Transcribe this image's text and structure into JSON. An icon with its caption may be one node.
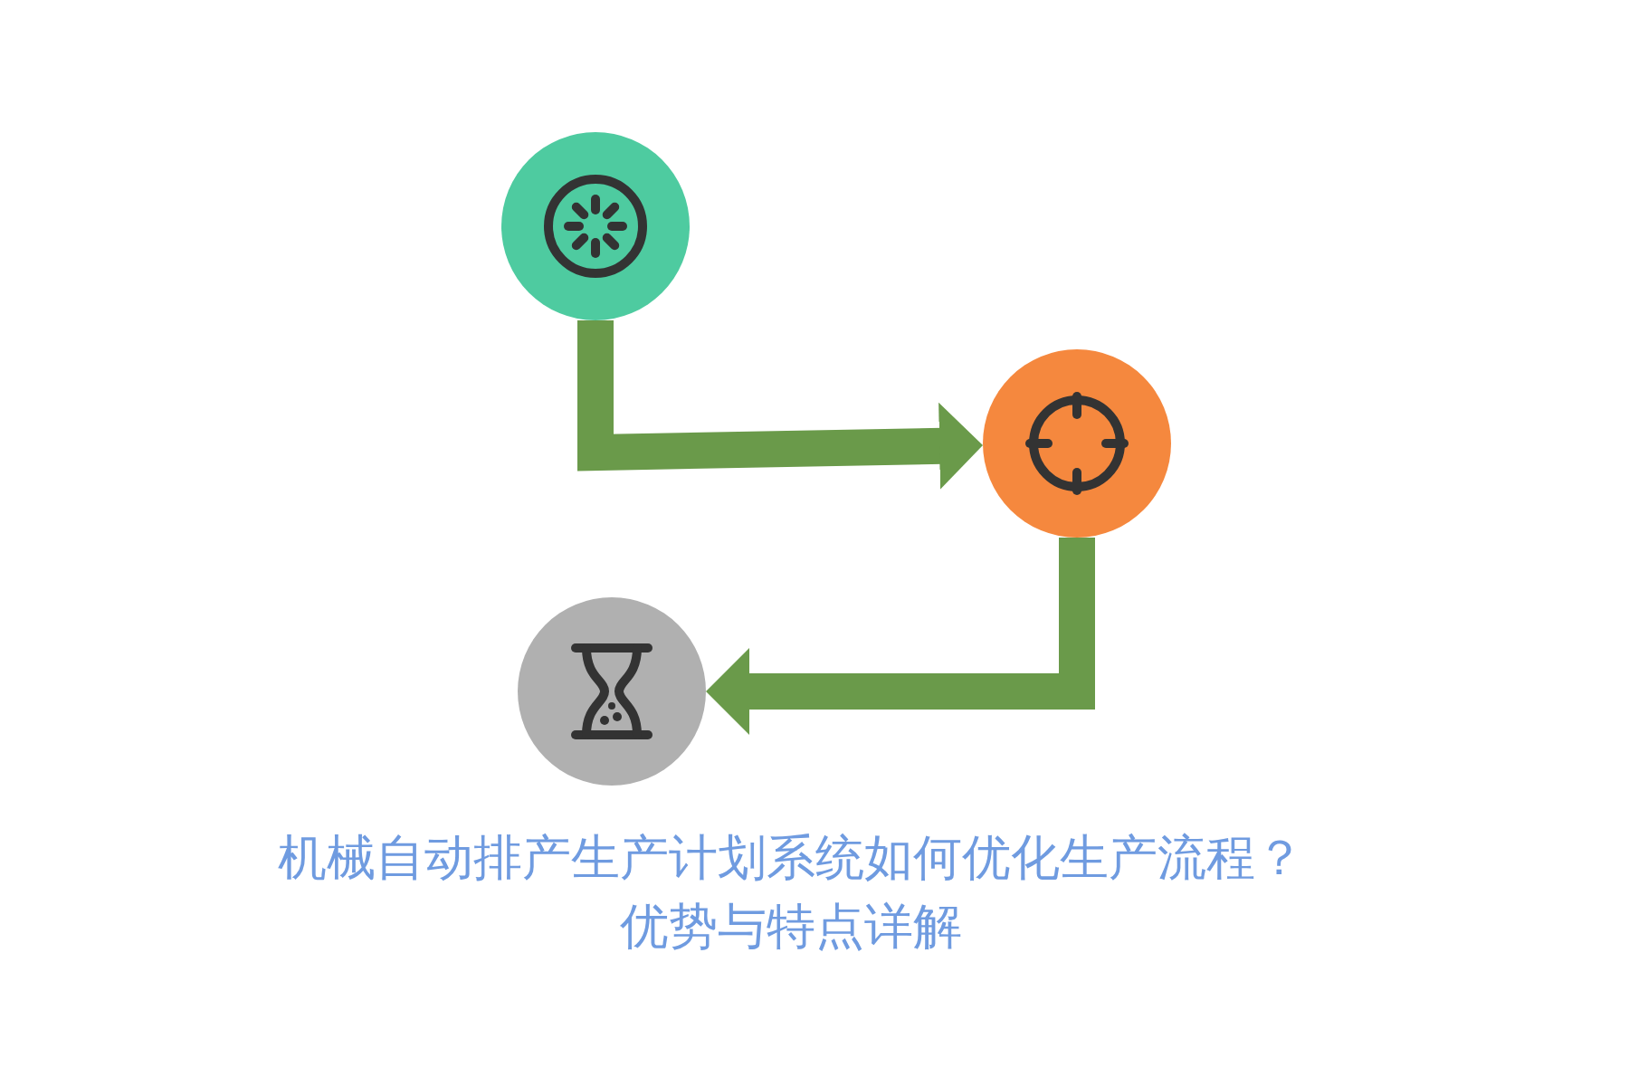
{
  "diagram": {
    "title": "机械自动排产生产计划系统如何优化生产流程？优势与特点详解",
    "nodes": [
      {
        "text": [],
        "shape": "circle"
      },
      {
        "text": [],
        "shape": "circle"
      },
      {
        "text": [],
        "shape": "circle"
      }
    ],
    "edges": [
      {
        "from": 0,
        "to": 1,
        "arrow": "to"
      },
      {
        "from": 1,
        "to": 2,
        "arrow": "to"
      }
    ]
  }
}
